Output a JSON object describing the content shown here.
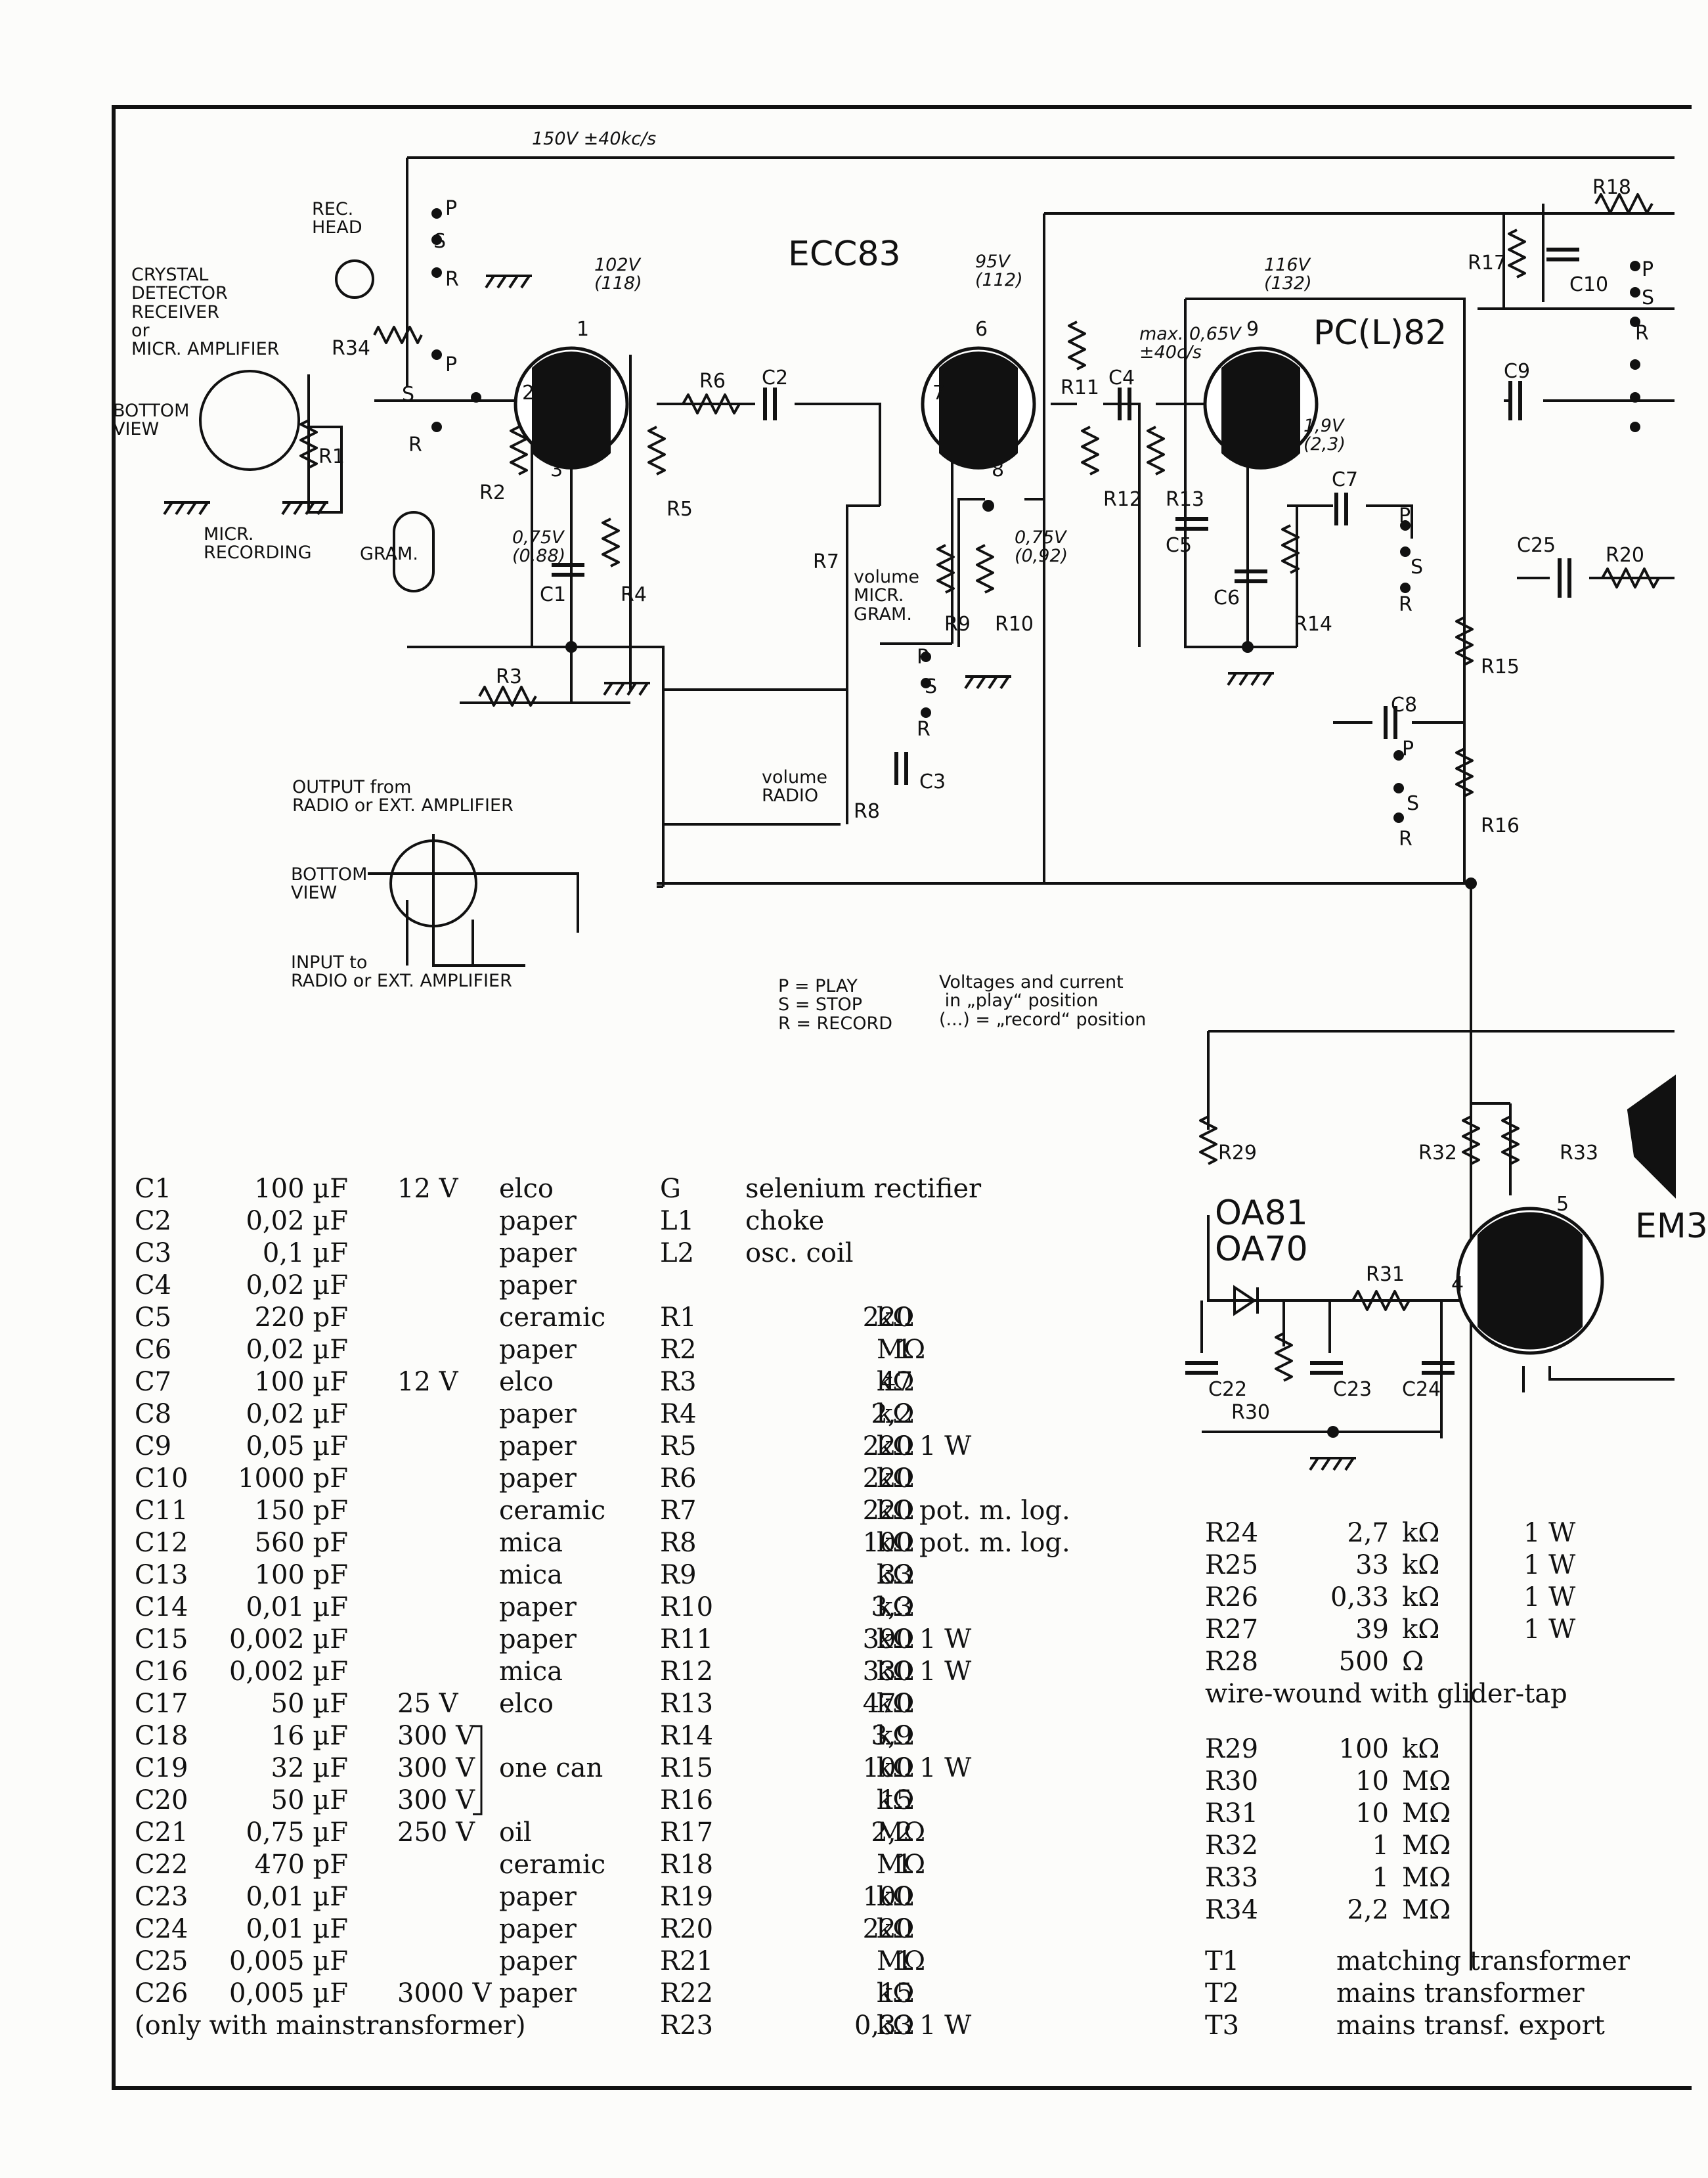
{
  "schematic": {
    "supply_label": "150V ±40kc/s",
    "tubes": {
      "ecc83": "ECC83",
      "pcl82": "PC(L)82",
      "em": "EM3",
      "diode_a": "OA81",
      "diode_b": "OA70"
    },
    "source_labels": {
      "rec_head": "REC.\nHEAD",
      "crystal": "CRYSTAL\nDETECTOR\nRECEIVER\nor\nMICR. AMPLIFIER",
      "bottom_view_1": "BOTTOM\nVIEW",
      "micr_recording": "MICR.\nRECORDING",
      "gram": "GRAM.",
      "output_from": "OUTPUT from\nRADIO or EXT. AMPLIFIER",
      "bottom_view_2": "BOTTOM\nVIEW",
      "input_to": "INPUT to\nRADIO or EXT. AMPLIFIER"
    },
    "voltages": {
      "v102": "102V\n(118)",
      "v95": "95V\n(112)",
      "v116": "116V\n(132)",
      "v075a": "0,75V\n(0,88)",
      "v075b": "0,75V\n(0,92)",
      "vmax": "max. 0,65V\n±40c/s",
      "v19": "1,9V\n(2,3)"
    },
    "controls": {
      "volume_micr": "volume\nMICR.\nGRAM.",
      "volume_radio": "volume\nRADIO"
    },
    "legend_keys": "P = PLAY\nS = STOP\nR = RECORD",
    "legend_note": "Voltages and current\n in „play“ position\n(...) = „record“ position",
    "component_labels": [
      "R1",
      "R2",
      "R3",
      "R4",
      "R5",
      "R6",
      "R7",
      "R8",
      "R9",
      "R10",
      "R11",
      "R12",
      "R13",
      "R14",
      "R15",
      "R16",
      "R17",
      "R18",
      "R20",
      "R29",
      "R30",
      "R31",
      "R32",
      "R33",
      "R34",
      "C1",
      "C2",
      "C3",
      "C4",
      "C5",
      "C6",
      "C7",
      "C8",
      "C9",
      "C10",
      "C22",
      "C23",
      "C24",
      "C25"
    ],
    "switch_letters": [
      "P",
      "S",
      "R"
    ],
    "pin_numbers": [
      "1",
      "2",
      "3",
      "6",
      "7",
      "8",
      "9",
      "4",
      "5"
    ]
  },
  "parts_left": [
    {
      "ref": "C1",
      "value": "100 µF",
      "voltage": "12 V",
      "type": "elco"
    },
    {
      "ref": "C2",
      "value": "0,02 µF",
      "voltage": "",
      "type": "paper"
    },
    {
      "ref": "C3",
      "value": "0,1 µF",
      "voltage": "",
      "type": "paper"
    },
    {
      "ref": "C4",
      "value": "0,02 µF",
      "voltage": "",
      "type": "paper"
    },
    {
      "ref": "C5",
      "value": "220 pF",
      "voltage": "",
      "type": "ceramic"
    },
    {
      "ref": "C6",
      "value": "0,02 µF",
      "voltage": "",
      "type": "paper"
    },
    {
      "ref": "C7",
      "value": "100 µF",
      "voltage": "12 V",
      "type": "elco"
    },
    {
      "ref": "C8",
      "value": "0,02 µF",
      "voltage": "",
      "type": "paper"
    },
    {
      "ref": "C9",
      "value": "0,05 µF",
      "voltage": "",
      "type": "paper"
    },
    {
      "ref": "C10",
      "value": "1000 pF",
      "voltage": "",
      "type": "paper"
    },
    {
      "ref": "C11",
      "value": "150 pF",
      "voltage": "",
      "type": "ceramic"
    },
    {
      "ref": "C12",
      "value": "560 pF",
      "voltage": "",
      "type": "mica"
    },
    {
      "ref": "C13",
      "value": "100 pF",
      "voltage": "",
      "type": "mica"
    },
    {
      "ref": "C14",
      "value": "0,01 µF",
      "voltage": "",
      "type": "paper"
    },
    {
      "ref": "C15",
      "value": "0,002 µF",
      "voltage": "",
      "type": "paper"
    },
    {
      "ref": "C16",
      "value": "0,002 µF",
      "voltage": "",
      "type": "mica"
    },
    {
      "ref": "C17",
      "value": "50 µF",
      "voltage": "25 V",
      "type": "elco"
    },
    {
      "ref": "C18",
      "value": "16 µF",
      "voltage": "300 V",
      "type": ""
    },
    {
      "ref": "C19",
      "value": "32 µF",
      "voltage": "300 V",
      "type": "one can"
    },
    {
      "ref": "C20",
      "value": "50 µF",
      "voltage": "300 V",
      "type": ""
    },
    {
      "ref": "C21",
      "value": "0,75 µF",
      "voltage": "250 V",
      "type": "oil"
    },
    {
      "ref": "C22",
      "value": "470 pF",
      "voltage": "",
      "type": "ceramic"
    },
    {
      "ref": "C23",
      "value": "0,01 µF",
      "voltage": "",
      "type": "paper"
    },
    {
      "ref": "C24",
      "value": "0,01 µF",
      "voltage": "",
      "type": "paper"
    },
    {
      "ref": "C25",
      "value": "0,005 µF",
      "voltage": "",
      "type": "paper"
    },
    {
      "ref": "C26",
      "value": "0,005 µF",
      "voltage": "3000 V",
      "type": "paper"
    }
  ],
  "parts_left_note": "(only with mainstransformer)",
  "parts_mid_top": [
    {
      "ref": "G",
      "desc": "selenium rectifier"
    },
    {
      "ref": "L1",
      "desc": "choke"
    },
    {
      "ref": "L2",
      "desc": "osc. coil"
    }
  ],
  "parts_mid": [
    {
      "ref": "R1",
      "value": "220",
      "unit": "kΩ",
      "note": ""
    },
    {
      "ref": "R2",
      "value": "1",
      "unit": "MΩ",
      "note": ""
    },
    {
      "ref": "R3",
      "value": "47",
      "unit": "kΩ",
      "note": ""
    },
    {
      "ref": "R4",
      "value": "2,2",
      "unit": "kΩ",
      "note": ""
    },
    {
      "ref": "R5",
      "value": "220",
      "unit": "kΩ",
      "note": "1 W"
    },
    {
      "ref": "R6",
      "value": "220",
      "unit": "kΩ",
      "note": ""
    },
    {
      "ref": "R7",
      "value": "220",
      "unit": "kΩ",
      "note": "pot. m. log."
    },
    {
      "ref": "R8",
      "value": "100",
      "unit": "kΩ",
      "note": "pot. m. log."
    },
    {
      "ref": "R9",
      "value": "33",
      "unit": "kΩ",
      "note": ""
    },
    {
      "ref": "R10",
      "value": "3,3",
      "unit": "kΩ",
      "note": ""
    },
    {
      "ref": "R11",
      "value": "390",
      "unit": "kΩ",
      "note": "1 W"
    },
    {
      "ref": "R12",
      "value": "330",
      "unit": "kΩ",
      "note": "1 W"
    },
    {
      "ref": "R13",
      "value": "470",
      "unit": "kΩ",
      "note": ""
    },
    {
      "ref": "R14",
      "value": "3,9",
      "unit": "kΩ",
      "note": ""
    },
    {
      "ref": "R15",
      "value": "100",
      "unit": "kΩ",
      "note": "1 W"
    },
    {
      "ref": "R16",
      "value": "15",
      "unit": "kΩ",
      "note": ""
    },
    {
      "ref": "R17",
      "value": "2,2",
      "unit": "MΩ",
      "note": ""
    },
    {
      "ref": "R18",
      "value": "1",
      "unit": "MΩ",
      "note": ""
    },
    {
      "ref": "R19",
      "value": "100",
      "unit": "kΩ",
      "note": ""
    },
    {
      "ref": "R20",
      "value": "220",
      "unit": "kΩ",
      "note": ""
    },
    {
      "ref": "R21",
      "value": "1",
      "unit": "MΩ",
      "note": ""
    },
    {
      "ref": "R22",
      "value": "15",
      "unit": "kΩ",
      "note": ""
    },
    {
      "ref": "R23",
      "value": "0,33",
      "unit": "kΩ",
      "note": "1 W"
    }
  ],
  "parts_right": [
    {
      "ref": "R24",
      "value": "2,7",
      "unit": "kΩ",
      "note": "1 W"
    },
    {
      "ref": "R25",
      "value": "33",
      "unit": "kΩ",
      "note": "1 W"
    },
    {
      "ref": "R26",
      "value": "0,33",
      "unit": "kΩ",
      "note": "1 W"
    },
    {
      "ref": "R27",
      "value": "39",
      "unit": "kΩ",
      "note": "1 W"
    },
    {
      "ref": "R28",
      "value": "500",
      "unit": "Ω",
      "note": ""
    }
  ],
  "parts_right_note": "wire-wound with glider-tap",
  "parts_right2": [
    {
      "ref": "R29",
      "value": "100",
      "unit": "kΩ"
    },
    {
      "ref": "R30",
      "value": "10",
      "unit": "MΩ"
    },
    {
      "ref": "R31",
      "value": "10",
      "unit": "MΩ"
    },
    {
      "ref": "R32",
      "value": "1",
      "unit": "MΩ"
    },
    {
      "ref": "R33",
      "value": "1",
      "unit": "MΩ"
    },
    {
      "ref": "R34",
      "value": "2,2",
      "unit": "MΩ"
    }
  ],
  "transformers": [
    {
      "ref": "T1",
      "desc": "matching transformer"
    },
    {
      "ref": "T2",
      "desc": "mains transformer"
    },
    {
      "ref": "T3",
      "desc": "mains transf. export"
    }
  ]
}
